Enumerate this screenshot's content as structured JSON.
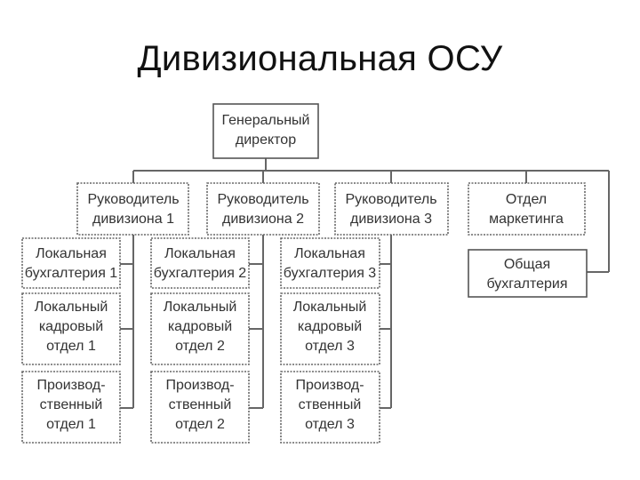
{
  "slide": {
    "title": "Дивизиональная ОСУ"
  },
  "diagram": {
    "ceo": [
      "Генеральный",
      "директор"
    ],
    "heads": [
      [
        "Руководитель",
        "дивизиона 1"
      ],
      [
        "Руководитель",
        "дивизиона 2"
      ],
      [
        "Руководитель",
        "дивизиона 3"
      ]
    ],
    "marketing": [
      "Отдел",
      "маркетинга"
    ],
    "general_accounting": [
      "Общая",
      "бухгалтерия"
    ],
    "accounting": [
      [
        "Локальная",
        "бухгалтерия 1"
      ],
      [
        "Локальная",
        "бухгалтерия 2"
      ],
      [
        "Локальная",
        "бухгалтерия 3"
      ]
    ],
    "hr": [
      [
        "Локальный",
        "кадровый",
        "отдел 1"
      ],
      [
        "Локальный",
        "кадровый",
        "отдел 2"
      ],
      [
        "Локальный",
        "кадровый",
        "отдел 3"
      ]
    ],
    "production": [
      [
        "Производ-",
        "ственный",
        "отдел 1"
      ],
      [
        "Производ-",
        "ственный",
        "отдел 2"
      ],
      [
        "Производ-",
        "ственный",
        "отдел 3"
      ]
    ]
  }
}
